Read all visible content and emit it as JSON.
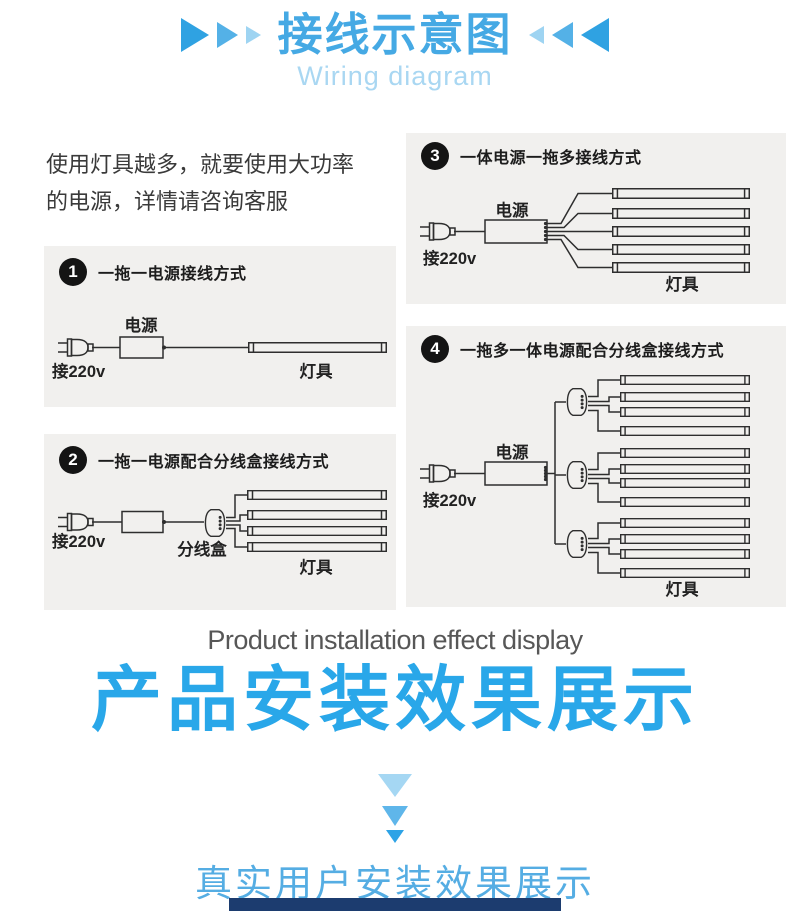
{
  "header": {
    "title": "接线示意图",
    "subtitle": "Wiring diagram"
  },
  "intro": "使用灯具越多，就要使用大功率的电源，详情请咨询客服",
  "labels": {
    "power_supply": "电源",
    "plug_220v": "接220v",
    "lamp": "灯具",
    "junction_box": "分线盒"
  },
  "diagrams": [
    {
      "num": "1",
      "title": "一拖一电源接线方式"
    },
    {
      "num": "2",
      "title": "一拖一电源配合分线盒接线方式"
    },
    {
      "num": "3",
      "title": "一体电源一拖多接线方式"
    },
    {
      "num": "4",
      "title": "一拖多一体电源配合分线盒接线方式"
    }
  ],
  "footer": {
    "subtitle_en": "Product installation effect display",
    "title_cn": "产品安装效果展示",
    "caption": "真实用户安装效果展示"
  },
  "colors": {
    "accent_blue": "#29a7e9",
    "header_title_blue": "#45a9e4",
    "header_subtitle_blue": "#a9d7f2",
    "caption_blue": "#55ade3",
    "panel_background": "#f1f0ee",
    "diagram_line": "#2e2e2e",
    "navy_bar": "#1c3c6f"
  }
}
